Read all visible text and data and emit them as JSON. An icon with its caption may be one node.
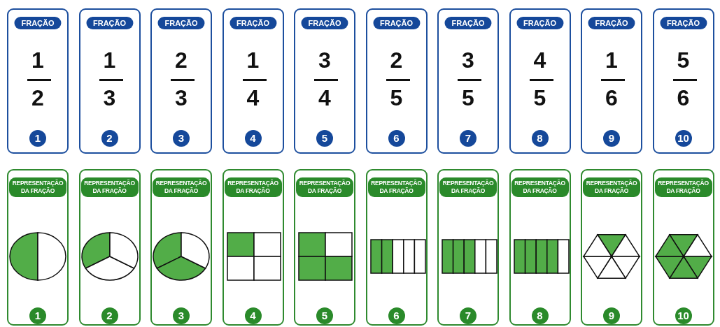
{
  "diagram": {
    "nodes": [
      {
        "text": [
          "FRAÇÃO",
          "1",
          "2",
          "1"
        ]
      },
      {
        "text": [
          "FRAÇÃO",
          "1",
          "3",
          "2"
        ]
      },
      {
        "text": [
          "FRAÇÃO",
          "2",
          "3",
          "3"
        ]
      },
      {
        "text": [
          "FRAÇÃO",
          "1",
          "4",
          "4"
        ]
      },
      {
        "text": [
          "FRAÇÃO",
          "3",
          "4",
          "5"
        ]
      },
      {
        "text": [
          "FRAÇÃO",
          "2",
          "5",
          "6"
        ]
      },
      {
        "text": [
          "FRAÇÃO",
          "3",
          "5",
          "7"
        ]
      },
      {
        "text": [
          "FRAÇÃO",
          "4",
          "5",
          "8"
        ]
      },
      {
        "text": [
          "FRAÇÃO",
          "1",
          "6",
          "9"
        ]
      },
      {
        "text": [
          "FRAÇÃO",
          "5",
          "6",
          "10"
        ]
      },
      {
        "text": [
          "REPRESENTAÇÃO DA FRAÇÃO",
          "1"
        ]
      },
      {
        "text": [
          "REPRESENTAÇÃO DA FRAÇÃO",
          "2"
        ]
      },
      {
        "text": [
          "REPRESENTAÇÃO DA FRAÇÃO",
          "3"
        ]
      },
      {
        "text": [
          "REPRESENTAÇÃO DA FRAÇÃO",
          "4"
        ]
      },
      {
        "text": [
          "REPRESENTAÇÃO DA FRAÇÃO",
          "5"
        ]
      },
      {
        "text": [
          "REPRESENTAÇÃO DA FRAÇÃO",
          "6"
        ]
      },
      {
        "text": [
          "REPRESENTAÇÃO DA FRAÇÃO",
          "7"
        ]
      },
      {
        "text": [
          "REPRESENTAÇÃO DA FRAÇÃO",
          "8"
        ]
      },
      {
        "text": [
          "REPRESENTAÇÃO DA FRAÇÃO",
          "9"
        ]
      },
      {
        "text": [
          "REPRESENTAÇÃO DA FRAÇÃO",
          "10"
        ]
      }
    ],
    "edges": []
  }
}
